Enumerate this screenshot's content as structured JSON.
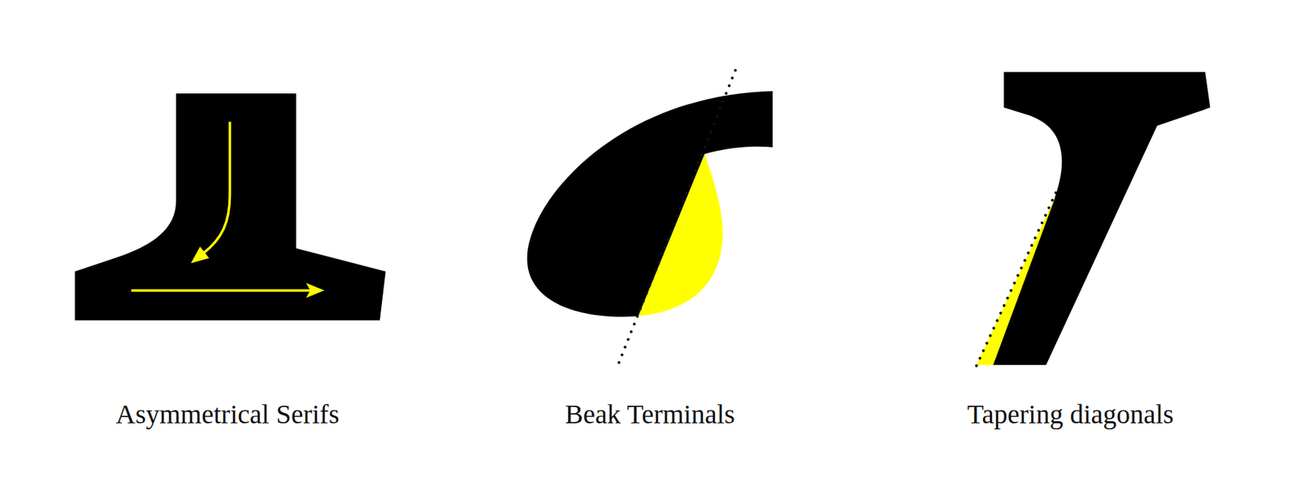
{
  "diagram": {
    "labels": [
      "Asymmetrical Serifs",
      "Beak Terminals",
      "Tapering diagonals"
    ]
  }
}
